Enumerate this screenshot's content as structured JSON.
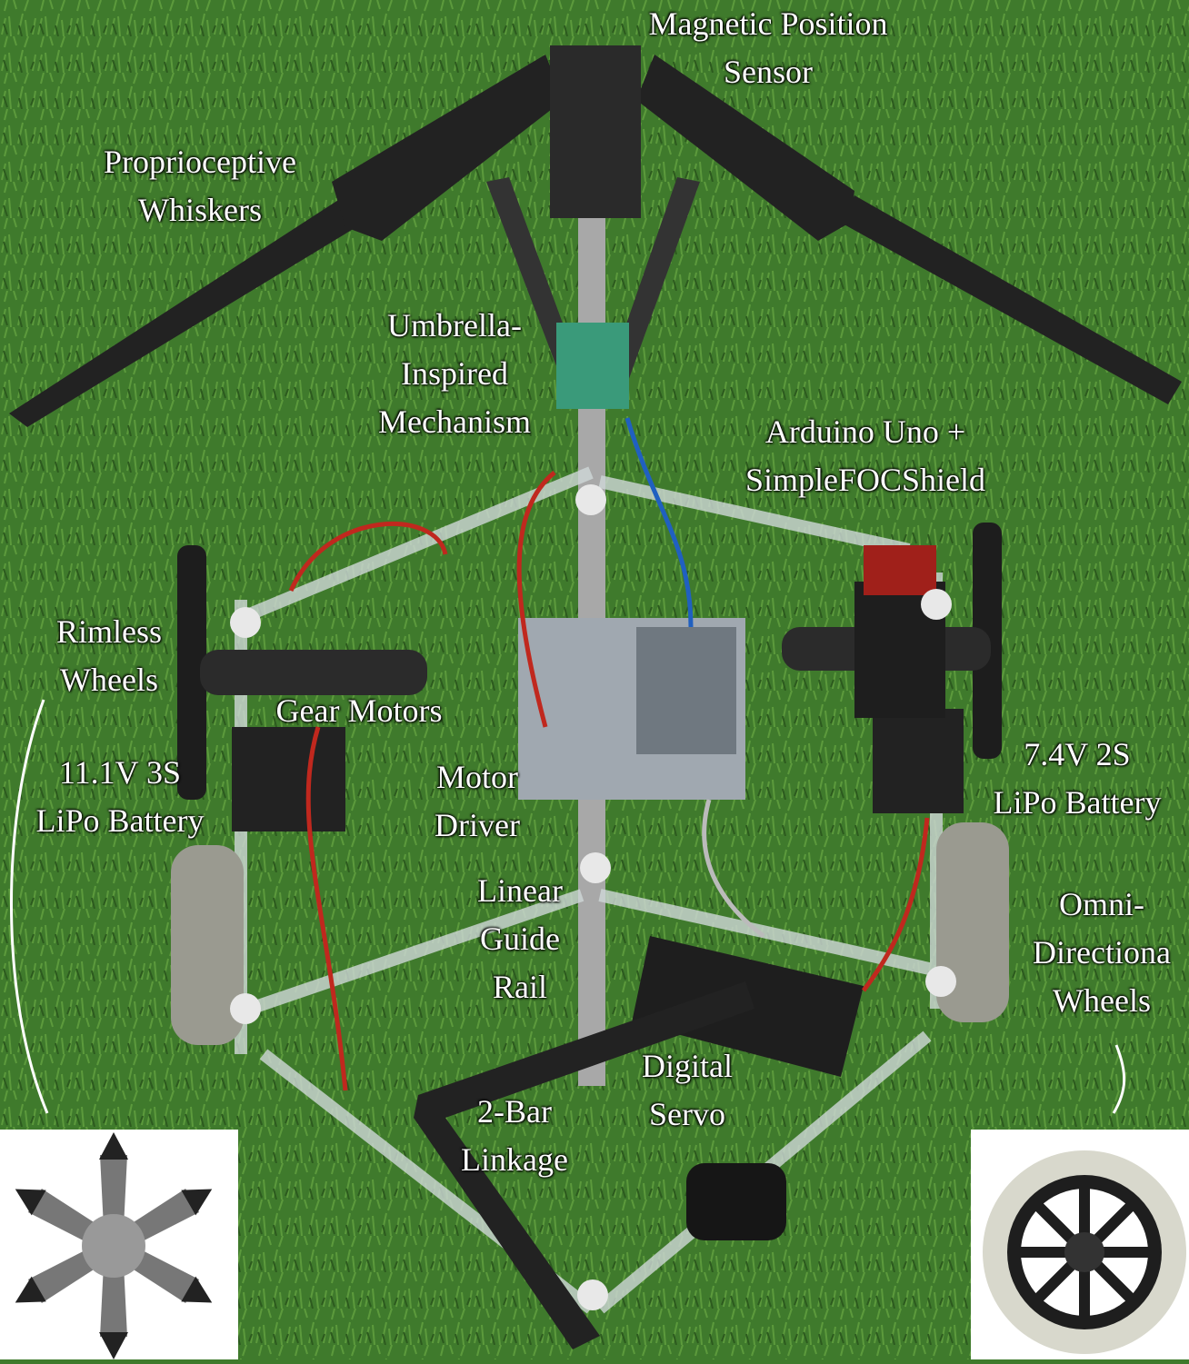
{
  "title": "Annotated top view of whisker-equipped mobile robot",
  "labels": {
    "magnetic_sensor": [
      "Magnetic Position",
      "Sensor"
    ],
    "whiskers": [
      "Proprioceptive",
      "Whiskers"
    ],
    "umbrella": [
      "Umbrella-",
      "Inspired",
      "Mechanism"
    ],
    "arduino": [
      "Arduino Uno +",
      "SimpleFOCShield"
    ],
    "rimless": [
      "Rimless",
      "Wheels"
    ],
    "gear_motors": [
      "Gear Motors"
    ],
    "battery_3s": [
      "11.1V 3S",
      "LiPo Battery"
    ],
    "motor_driver": [
      "Motor",
      "Driver"
    ],
    "battery_2s": [
      "7.4V 2S",
      "LiPo Battery"
    ],
    "rail": [
      "Linear",
      "Guide",
      "Rail"
    ],
    "omni": [
      "Omni-",
      "Directiona",
      "Wheels"
    ],
    "servo": [
      "Digital",
      "Servo"
    ],
    "linkage": [
      "2-Bar",
      "Linkage"
    ]
  },
  "colors": {
    "grass": "#3f7a2c",
    "frame": "#1e1e1e",
    "wire_red": "#c0281e",
    "text": "#ffffff"
  }
}
